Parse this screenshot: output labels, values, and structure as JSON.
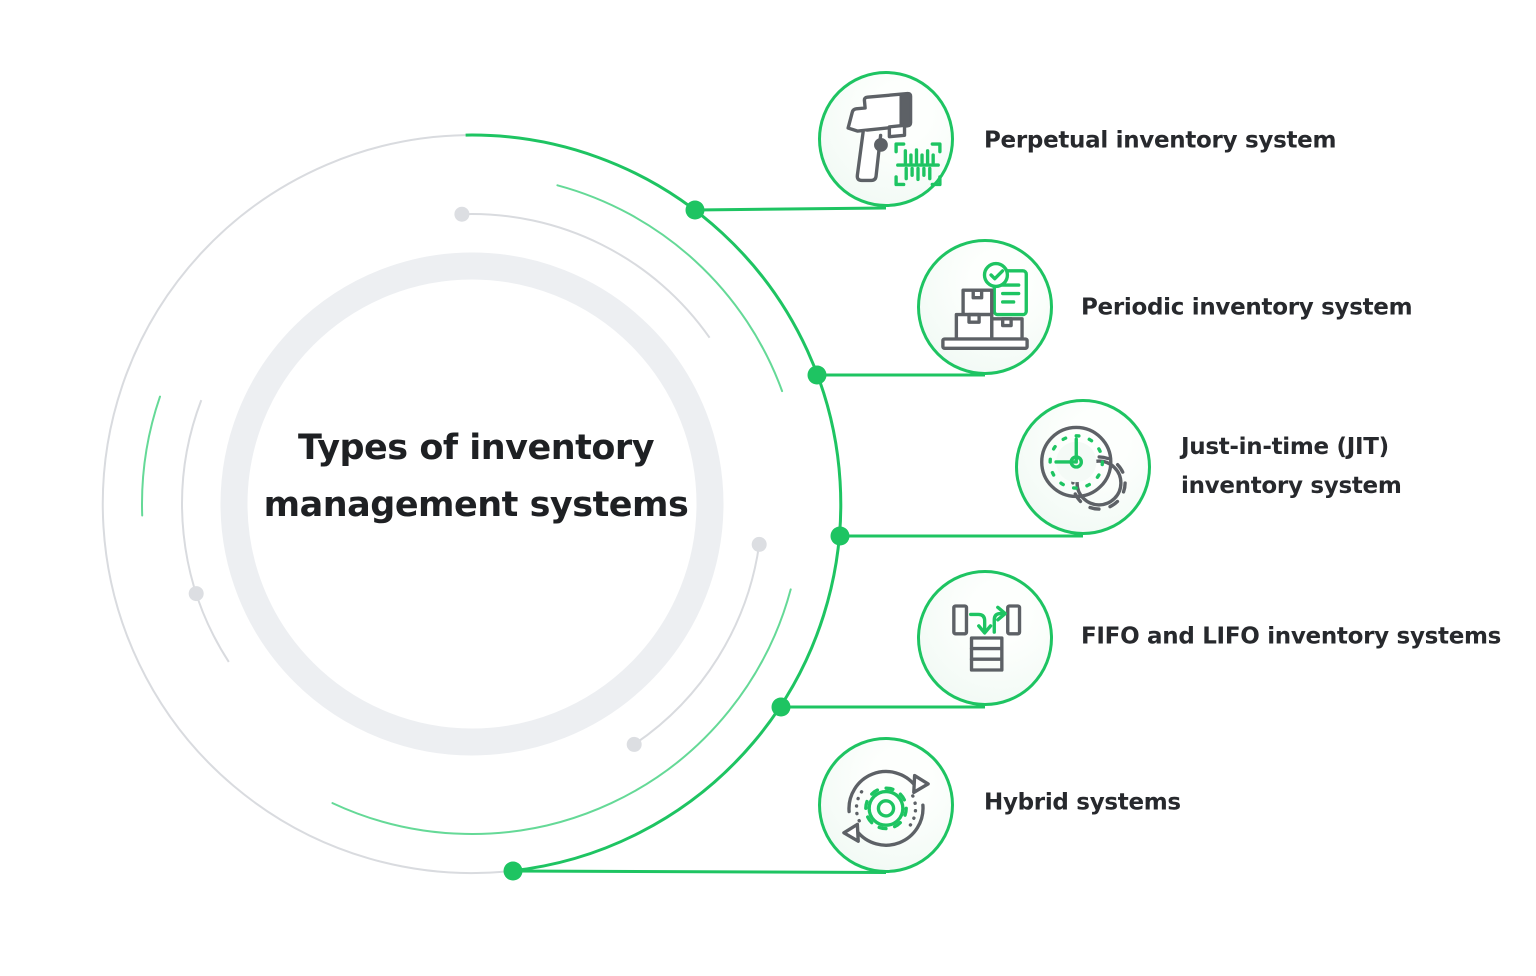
{
  "title": "Types of inventory\nmanagement systems",
  "items": [
    {
      "id": "perpetual",
      "label": "Perpetual inventory system",
      "icon": "barcode-scanner-icon"
    },
    {
      "id": "periodic",
      "label": "Periodic inventory system",
      "icon": "boxes-checklist-icon"
    },
    {
      "id": "jit",
      "label": "Just-in-time (JIT)\ninventory system",
      "icon": "gauge-gear-icon"
    },
    {
      "id": "fifo-lifo",
      "label": "FIFO and LIFO inventory systems",
      "icon": "in-out-stack-icon"
    },
    {
      "id": "hybrid",
      "label": "Hybrid systems",
      "icon": "gear-cycle-icon"
    }
  ],
  "colors": {
    "green": "#1ec462",
    "green_soft": "#65d997",
    "gray_line": "#d9dbdf",
    "gray_dot": "#dcdee2",
    "gray_icon": "#5d6166",
    "ring": "#edeff2",
    "text": "#1e2023",
    "label": "#27292d"
  }
}
